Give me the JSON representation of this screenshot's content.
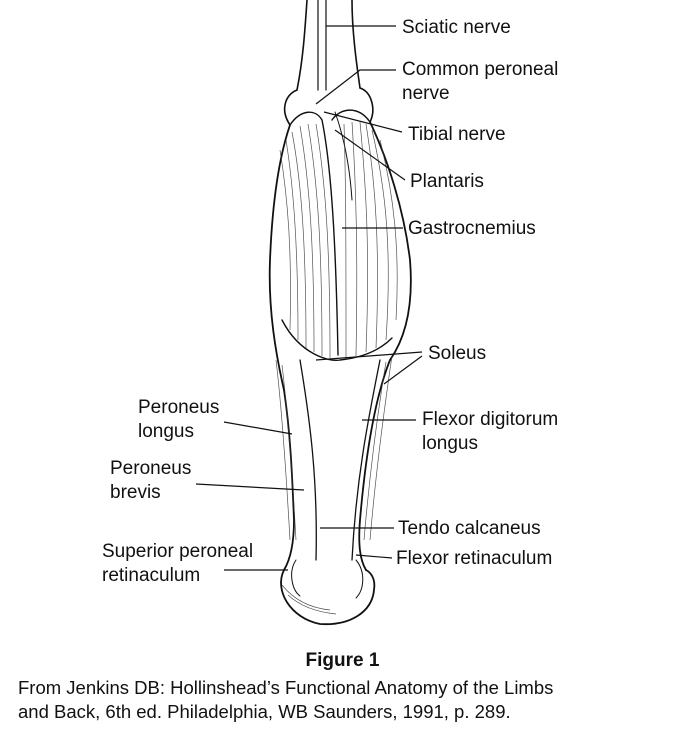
{
  "labels": {
    "sciatic_nerve": "Sciatic nerve",
    "common_peroneal_nerve_l1": "Common peroneal",
    "common_peroneal_nerve_l2": "nerve",
    "tibial_nerve": "Tibial nerve",
    "plantaris": "Plantaris",
    "gastrocnemius": "Gastrocnemius",
    "soleus": "Soleus",
    "peroneus_longus_l1": "Peroneus",
    "peroneus_longus_l2": "longus",
    "flexor_digitorum_longus_l1": "Flexor digitorum",
    "flexor_digitorum_longus_l2": "longus",
    "peroneus_brevis_l1": "Peroneus",
    "peroneus_brevis_l2": "brevis",
    "tendo_calcaneus": "Tendo calcaneus",
    "superior_peroneal_retinaculum_l1": "Superior peroneal",
    "superior_peroneal_retinaculum_l2": "retinaculum",
    "flexor_retinaculum": "Flexor retinaculum"
  },
  "figure": {
    "title": "Figure 1",
    "caption_l1": "From Jenkins DB: Hollinshead’s Functional Anatomy of the Limbs",
    "caption_l2": "and Back, 6th ed. Philadelphia, WB Saunders, 1991, p. 289."
  }
}
